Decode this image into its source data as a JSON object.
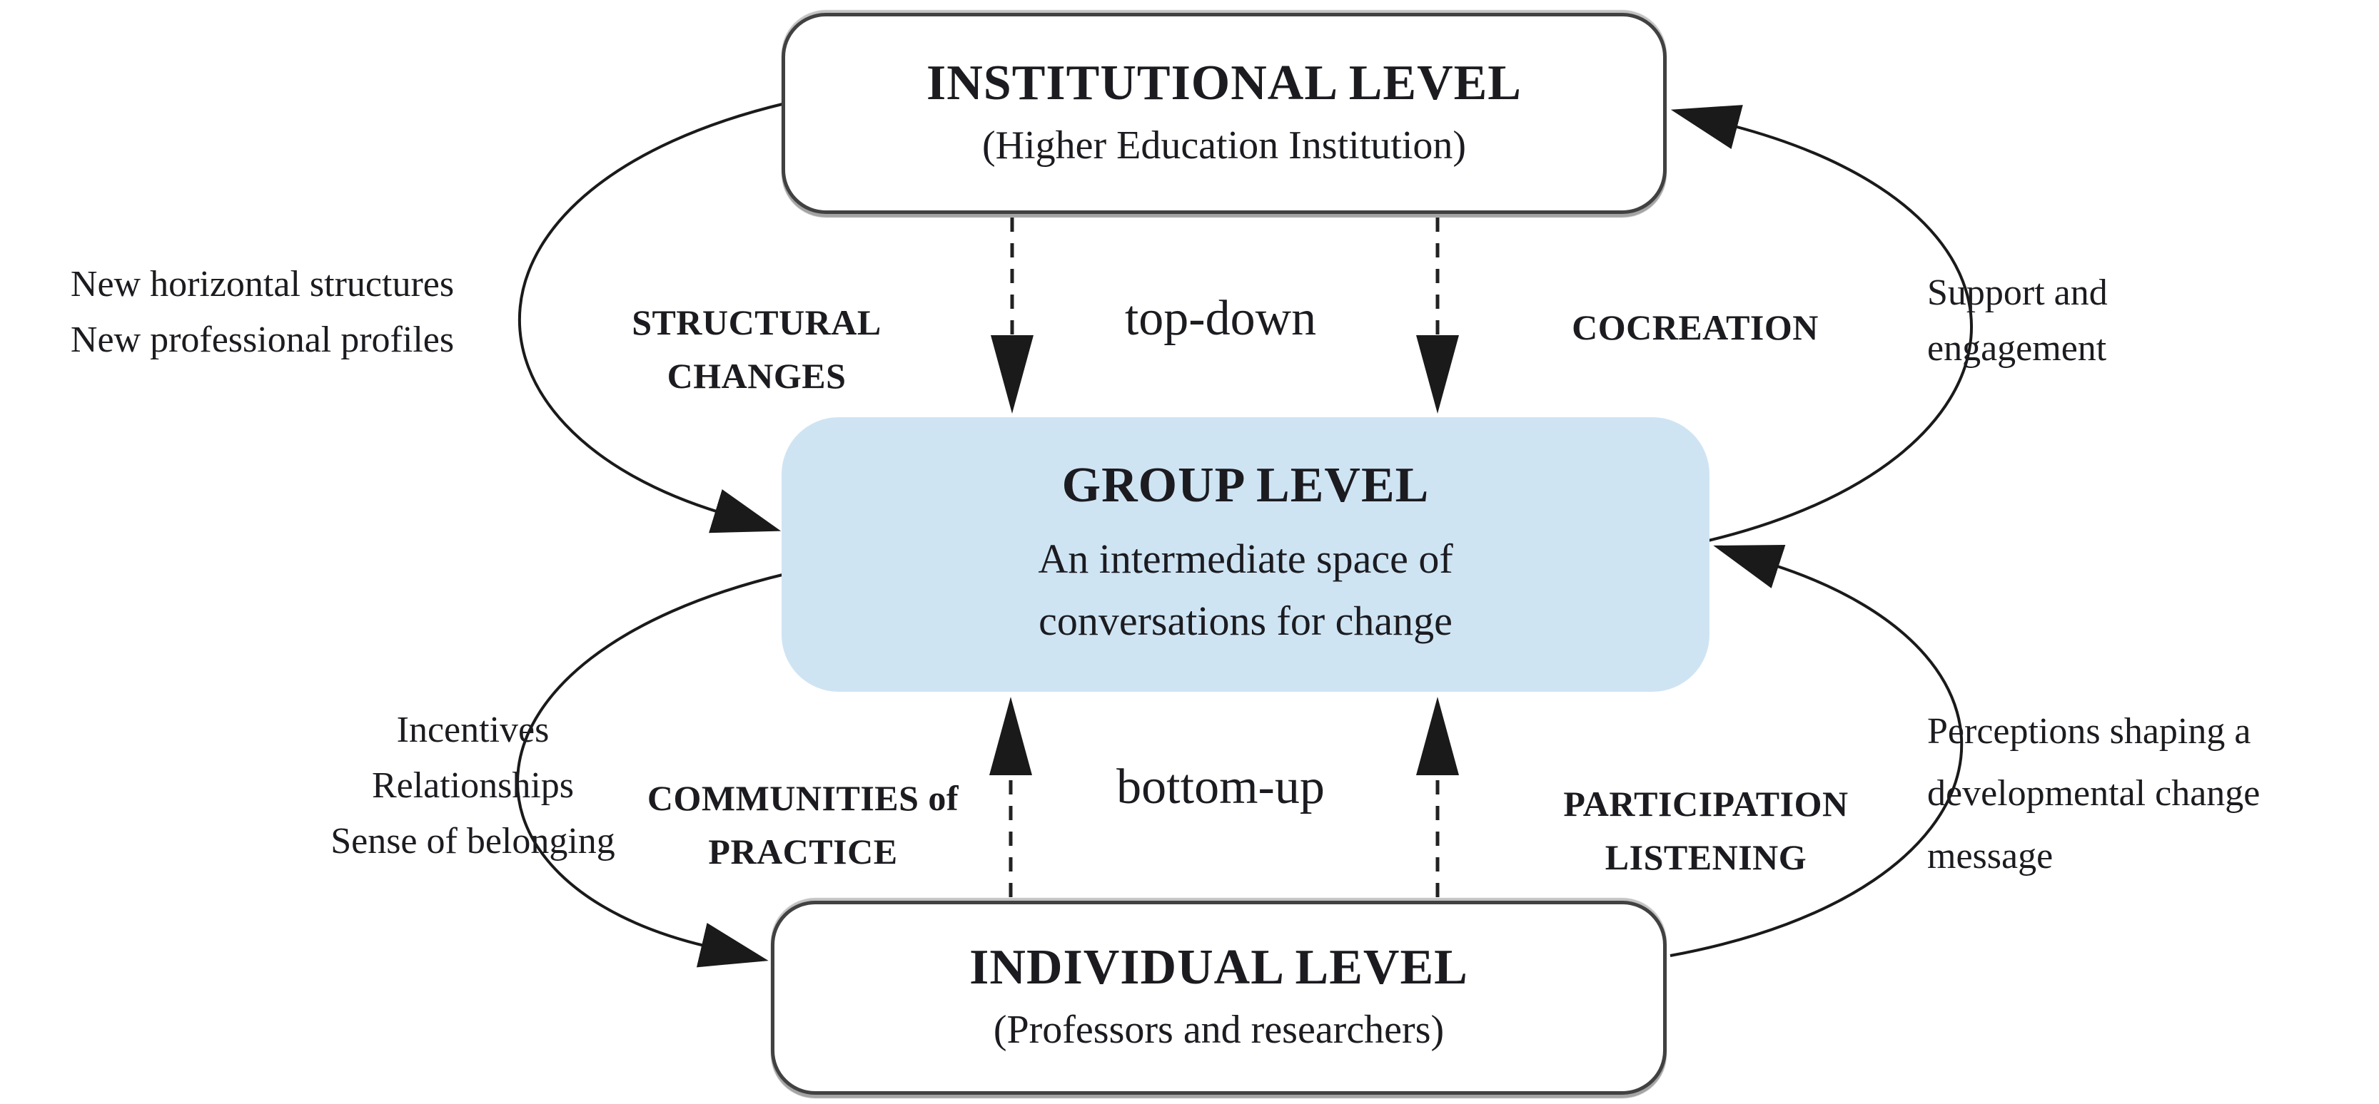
{
  "boxes": {
    "institutional": {
      "title": "INSTITUTIONAL LEVEL",
      "subtitle": "(Higher Education Institution)"
    },
    "group": {
      "title": "GROUP LEVEL",
      "line1": "An intermediate space of",
      "line2": "conversations for change"
    },
    "individual": {
      "title": "INDIVIDUAL LEVEL",
      "subtitle": "(Professors and researchers)"
    }
  },
  "connectors": {
    "structural_changes": {
      "line1": "STRUCTURAL",
      "line2": "CHANGES"
    },
    "top_down": "top-down",
    "cocreation": "COCREATION",
    "communities_of_practice": {
      "line1": "COMMUNITIES of",
      "line2": "PRACTICE"
    },
    "bottom_up": "bottom-up",
    "participation_listening": {
      "line1": "PARTICIPATION",
      "line2": "LISTENING"
    }
  },
  "annotations": {
    "left_top": {
      "line1": "New horizontal structures",
      "line2": "New professional profiles"
    },
    "right_top": {
      "line1": "Support and",
      "line2": "engagement"
    },
    "left_bottom": {
      "line1": "Incentives",
      "line2": "Relationships",
      "line3": "Sense of belonging"
    },
    "right_bottom": {
      "line1": "Perceptions shaping a",
      "line2": "developmental change",
      "line3": "message"
    }
  },
  "colors": {
    "group_box_fill": "#cfe4f3",
    "box_border": "#414141",
    "arrow": "#1a1a1a",
    "text": "#1b1b20"
  }
}
